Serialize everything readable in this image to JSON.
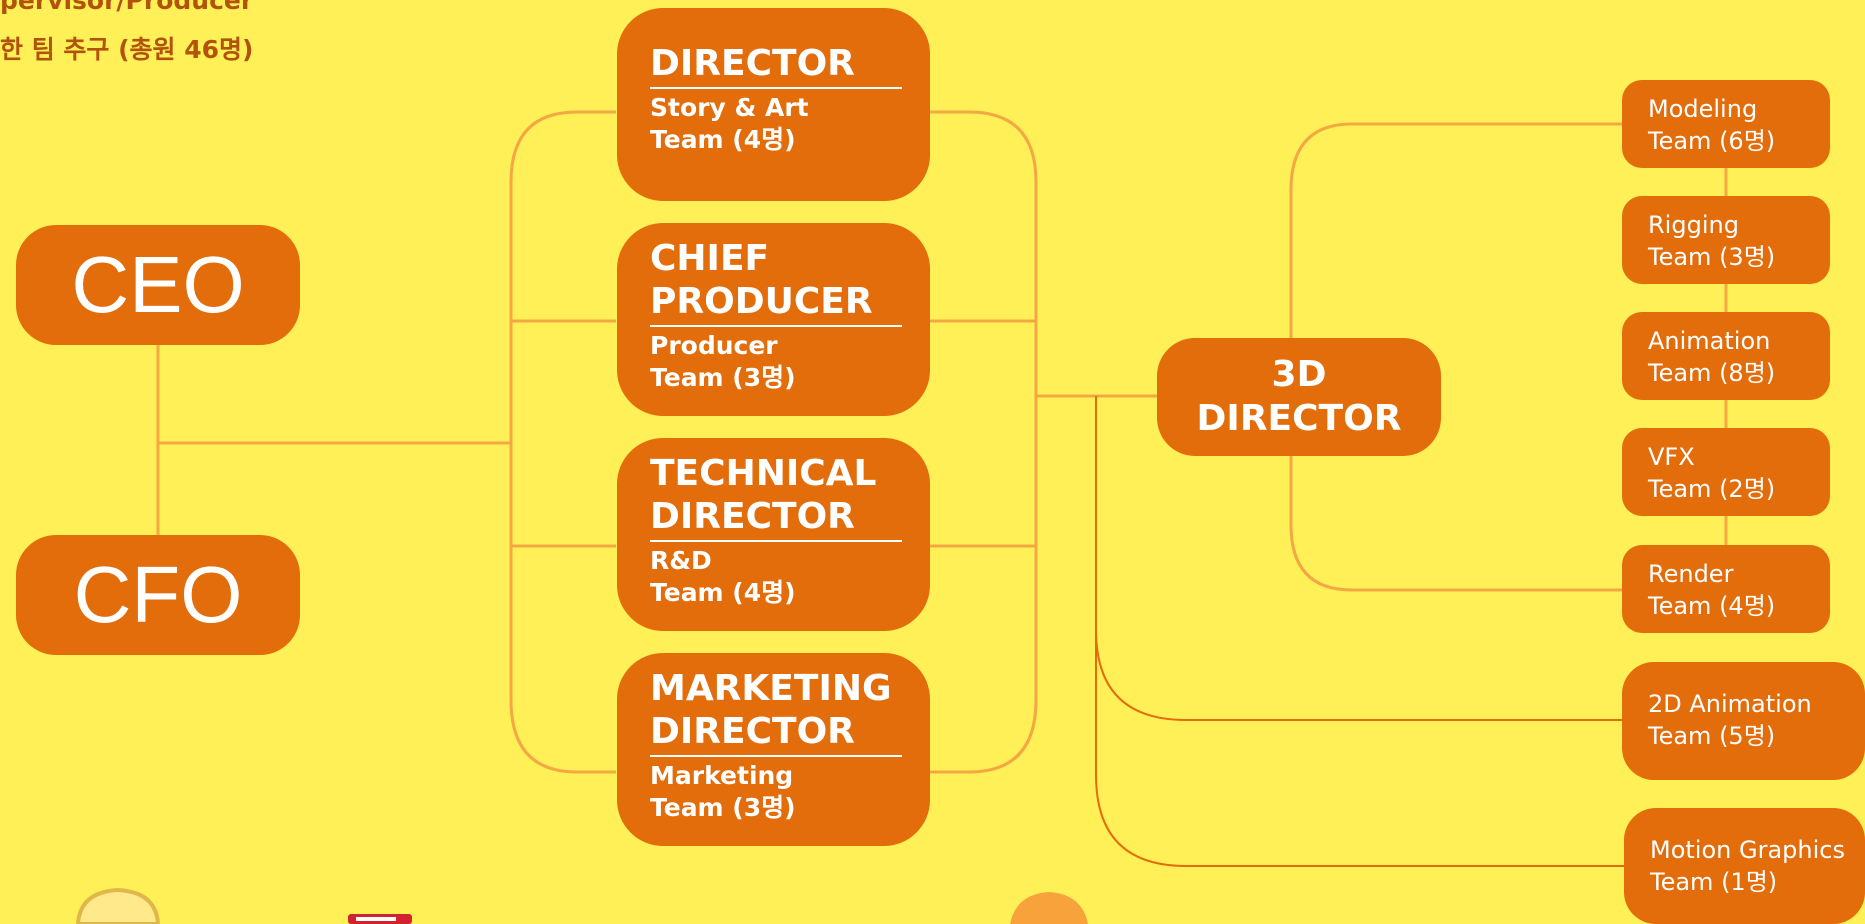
{
  "notes": {
    "line1": "pervisor/Producer",
    "line2": "한 팀 추구 (총원 46명)"
  },
  "executives": {
    "ceo": "CEO",
    "cfo": "CFO"
  },
  "directors": [
    {
      "title": "DIRECTOR",
      "team_name": "Story & Art",
      "team_count": "Team (4명)"
    },
    {
      "title": "CHIEF PRODUCER",
      "team_name": "Producer",
      "team_count": "Team (3명)"
    },
    {
      "title": "TECHNICAL DIRECTOR",
      "team_name": "R&D",
      "team_count": "Team (4명)"
    },
    {
      "title": "MARKETING DIRECTOR",
      "team_name": "Marketing",
      "team_count": "Team (3명)"
    }
  ],
  "three_d_director": {
    "line1": "3D",
    "line2": "DIRECTOR"
  },
  "teams_3d": [
    {
      "name": "Modeling",
      "count": "Team (6명)"
    },
    {
      "name": "Rigging",
      "count": "Team (3명)"
    },
    {
      "name": "Animation",
      "count": "Team (8명)"
    },
    {
      "name": "VFX",
      "count": "Team (2명)"
    },
    {
      "name": "Render",
      "count": "Team (4명)"
    }
  ],
  "teams_other": [
    {
      "name": "2D Animation",
      "count": "Team (5명)"
    },
    {
      "name": "Motion Graphics",
      "count": "Team (1명)"
    }
  ],
  "colors": {
    "background": "#fff057",
    "box": "#e36c0b",
    "connector": "#f4a742",
    "note_text": "#b2530c"
  },
  "icons": [
    "character-face-icon",
    "red-book-icon",
    "orange-character-icon"
  ]
}
